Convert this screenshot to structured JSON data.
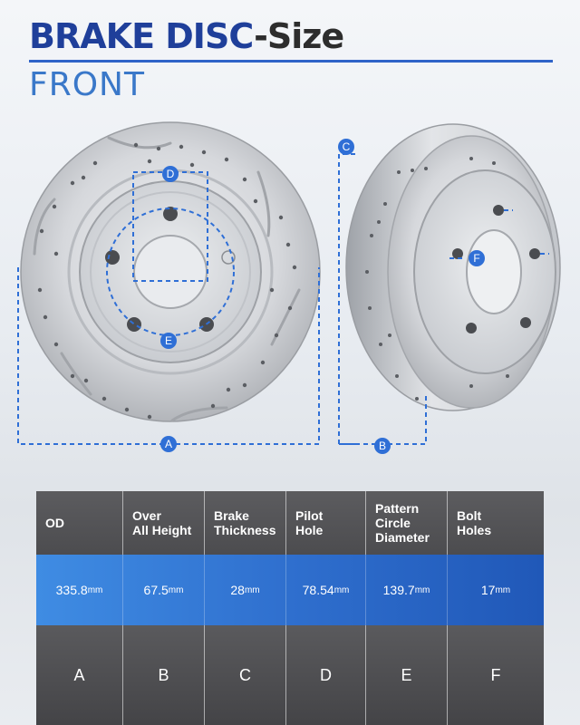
{
  "header": {
    "title_main": "BRAKE DISC",
    "title_suffix": "-Size",
    "subtitle": "FRONT"
  },
  "dimension_labels": {
    "a": "A",
    "b": "B",
    "c": "C",
    "d": "D",
    "e": "E",
    "f": "F"
  },
  "table": {
    "headers": [
      "OD",
      "Over\nAll Height",
      "Brake\nThickness",
      "Pilot\nHole",
      "Pattern\nCircle\nDiameter",
      "Bolt\nHoles"
    ],
    "values": [
      {
        "num": "335.8",
        "unit": "mm"
      },
      {
        "num": "67.5",
        "unit": "mm"
      },
      {
        "num": "28",
        "unit": "mm"
      },
      {
        "num": "78.54",
        "unit": "mm"
      },
      {
        "num": "139.7",
        "unit": "mm"
      },
      {
        "num": "17",
        "unit": "mm"
      }
    ],
    "letters": [
      "A",
      "B",
      "C",
      "D",
      "E",
      "F"
    ]
  },
  "colors": {
    "title_blue": "#1f3f9a",
    "subtitle_blue": "#3a78c9",
    "dimension_blue": "#2f6fd6",
    "header_gray": "#5c5c5f",
    "value_blue": "#2f6fce"
  }
}
